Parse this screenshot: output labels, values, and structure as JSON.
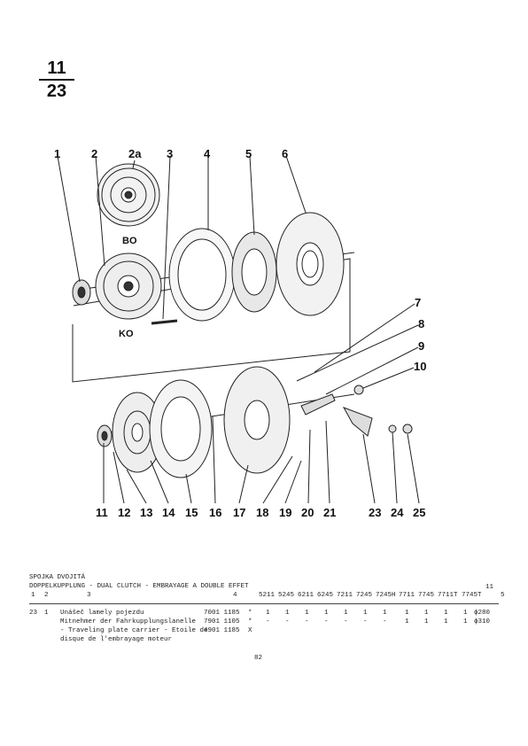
{
  "page": {
    "group_number": "11",
    "section_number": "23",
    "page_footer": "82"
  },
  "diagram": {
    "top_labels": [
      "1",
      "2",
      "2a",
      "3",
      "4",
      "5",
      "6"
    ],
    "right_labels": [
      "7",
      "8",
      "9",
      "10"
    ],
    "bottom_labels": [
      "11",
      "12",
      "13",
      "14",
      "15",
      "16",
      "17",
      "18",
      "19",
      "20",
      "21",
      "23",
      "24",
      "25"
    ],
    "disc_labels": {
      "upper": "BO",
      "lower": "KO"
    }
  },
  "parts_header": {
    "title_cz": "SPOJKA DVOJITÁ",
    "title_multi": "DOPPELKUPPLUNG - DUAL CLUTCH - EMBRAYAGE A DOUBLE EFFET",
    "group_ref": "11",
    "column_numbers": [
      "1",
      "2",
      "3",
      "4",
      "5"
    ],
    "model_columns": [
      "5211",
      "5245",
      "6211",
      "6245",
      "7211",
      "7245",
      "7245H",
      "7711",
      "7745",
      "7711T",
      "7745T"
    ]
  },
  "parts_rows": [
    {
      "group": "23",
      "position": "1",
      "description": [
        "Unášeč lamely pojezdu",
        "Mitnehmer der Fahrkupplungslanelle",
        "- Traveling plate carrier - Etoile de",
        "disque de l'embrayage moteur"
      ],
      "part_numbers": [
        "7001 1185",
        "7901 1105",
        "4901 1185"
      ],
      "marks": [
        "*",
        "*",
        "X"
      ],
      "qty_row1": [
        "1",
        "1",
        "1",
        "1",
        "1",
        "1",
        "1",
        "1",
        "1",
        "1",
        "1"
      ],
      "qty_row2": [
        "-",
        "-",
        "-",
        "-",
        "-",
        "-",
        "-",
        "1",
        "1",
        "1",
        "1"
      ],
      "note_row1": "ɸ280",
      "note_row2": "ɸ310"
    }
  ]
}
